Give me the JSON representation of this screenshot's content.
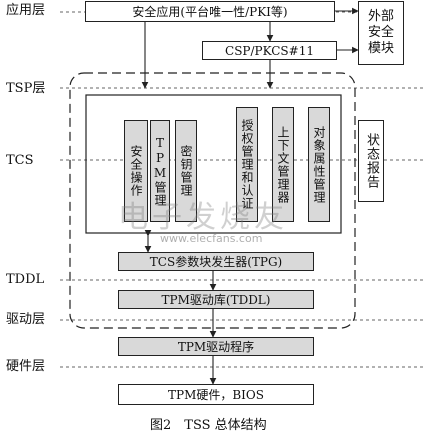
{
  "layers": {
    "app": "应用层",
    "tsp": "TSP层",
    "tcs": "TCS",
    "tddl": "TDDL",
    "driver": "驱动层",
    "hardware": "硬件层"
  },
  "boxes": {
    "security_app": "安全应用(平台唯一性/PKI等)",
    "csp": "CSP/PKCS#11",
    "external_module": "外部安全模块",
    "security_ops": "安全操作",
    "tpm_mgmt": "TPM管理",
    "key_mgmt": "密钥管理",
    "auth_mgmt": "授权管理和认证",
    "context_mgmt": "上下文管理器",
    "object_attr": "对象属性管理",
    "status_report": "状态报告",
    "tpg": "TCS参数块发生器(TPG)",
    "tddl_lib": "TPM驱动库(TDDL)",
    "driver_prog": "TPM驱动程序",
    "hardware": "TPM硬件，BIOS"
  },
  "caption": "图2　TSS 总体结构",
  "watermark": {
    "cn": "电子发烧友",
    "url": "www.elecfans.com"
  }
}
